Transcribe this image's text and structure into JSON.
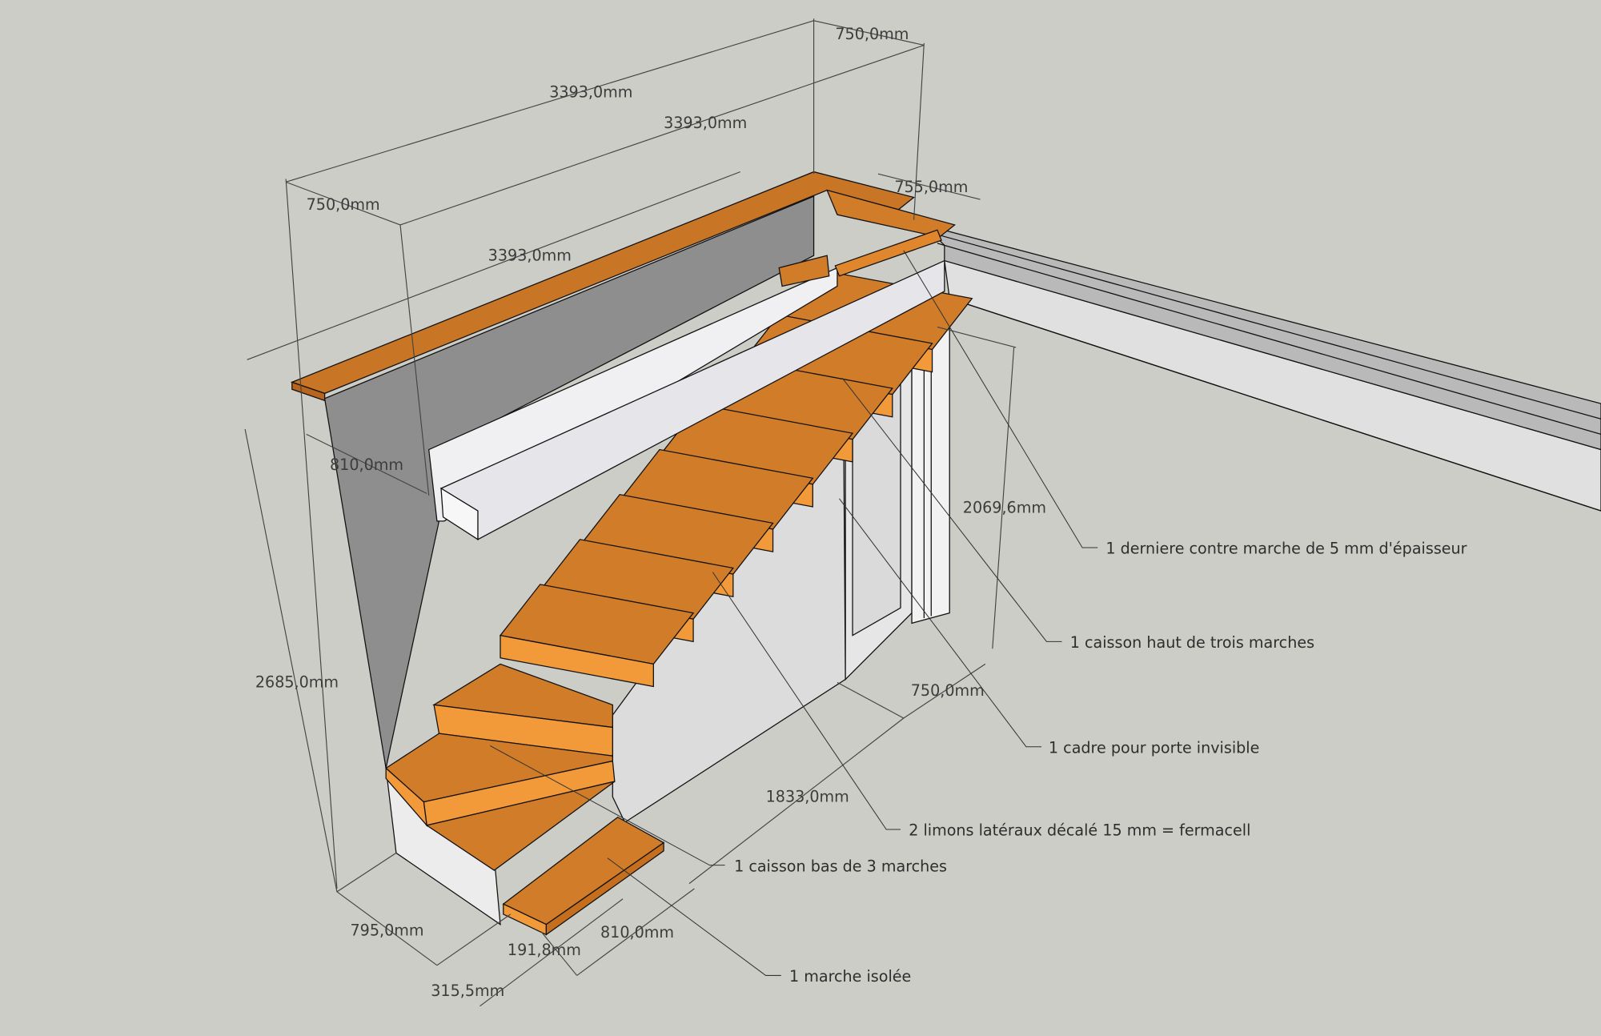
{
  "colors": {
    "background": "#cdcdc7",
    "wood": "#d07c28",
    "wood_light": "#f29a3a",
    "wall_dark": "#8e8e8e",
    "wall_light": "#e2e2e2",
    "beam": "#e6e6ea"
  },
  "dimensions": {
    "top_750": "750,0mm",
    "total_3393_a": "3393,0mm",
    "total_3393_b": "3393,0mm",
    "total_3393_c": "3393,0mm",
    "left_750": "750,0mm",
    "right_755": "755,0mm",
    "depth_810": "810,0mm",
    "height_2685": "2685,0mm",
    "door_2069": "2069,6mm",
    "door_750": "750,0mm",
    "length_1833": "1833,0mm",
    "base_795": "795,0mm",
    "step_191": "191,8mm",
    "step_810": "810,0mm",
    "offset_315": "315,5mm"
  },
  "annotations": {
    "last_riser": "1 derniere contre marche de 5 mm d'épaisseur",
    "upper_box": "1 caisson haut de trois marches",
    "door_frame": "1 cadre pour porte invisible",
    "stringers": "2 limons latéraux décalé 15 mm = fermacell",
    "lower_box": "1 caisson bas de 3 marches",
    "single_step": "1 marche isolée"
  }
}
